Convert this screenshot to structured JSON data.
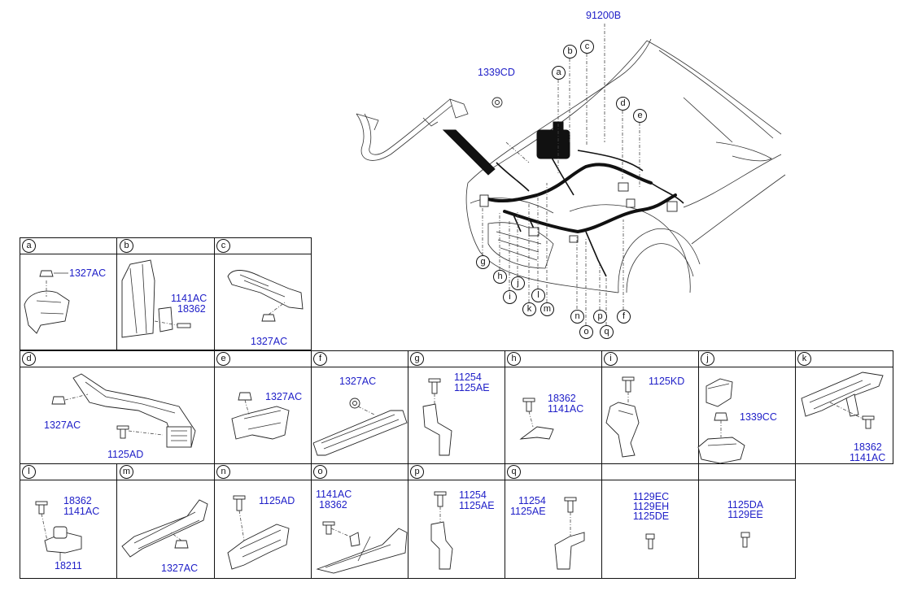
{
  "main": {
    "assembly_number": "91200B",
    "numbers": {
      "nut_top": "1339CD"
    },
    "callouts": {
      "a": "a",
      "b": "b",
      "c": "c",
      "d": "d",
      "e": "e",
      "f": "f",
      "g": "g",
      "h": "h",
      "i": "i",
      "j": "j",
      "k": "k",
      "l": "l",
      "m": "m",
      "n": "n",
      "o": "o",
      "p": "p",
      "q": "q"
    }
  },
  "cells": {
    "a": {
      "label": "a",
      "parts": [
        "1327AC"
      ]
    },
    "b": {
      "label": "b",
      "parts": [
        "1141AC",
        "18362"
      ]
    },
    "c": {
      "label": "c",
      "parts": [
        "1327AC"
      ]
    },
    "d": {
      "label": "d",
      "parts": [
        "1327AC",
        "1125AD"
      ]
    },
    "e": {
      "label": "e",
      "parts": [
        "1327AC"
      ]
    },
    "f": {
      "label": "f",
      "parts": [
        "1327AC"
      ]
    },
    "g": {
      "label": "g",
      "parts": [
        "11254",
        "1125AE"
      ]
    },
    "h": {
      "label": "h",
      "parts": [
        "18362",
        "1141AC"
      ]
    },
    "i": {
      "label": "i",
      "parts": [
        "1125KD"
      ]
    },
    "j": {
      "label": "j",
      "parts": [
        "1339CC"
      ]
    },
    "k": {
      "label": "k",
      "parts": [
        "18362",
        "1141AC"
      ]
    },
    "l": {
      "label": "l",
      "parts": [
        "18362",
        "1141AC",
        "18211"
      ]
    },
    "m": {
      "label": "m",
      "parts": [
        "1327AC"
      ]
    },
    "n": {
      "label": "n",
      "parts": [
        "1125AD"
      ]
    },
    "o": {
      "label": "o",
      "parts": [
        "1141AC",
        "18362"
      ]
    },
    "p": {
      "label": "p",
      "parts": [
        "11254",
        "1125AE"
      ]
    },
    "q": {
      "label": "q",
      "parts": [
        "11254",
        "1125AE"
      ]
    },
    "r": {
      "parts": [
        "1129EC",
        "1129EH",
        "1125DE"
      ]
    },
    "s": {
      "parts": [
        "1125DA",
        "1129EE"
      ]
    }
  }
}
